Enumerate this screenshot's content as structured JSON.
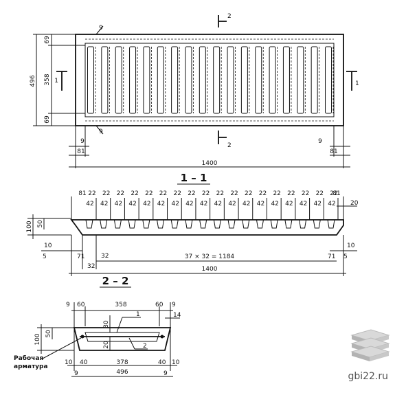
{
  "plan": {
    "dims": {
      "overall_length": "1400",
      "overall_width": "496",
      "edge_top": "69",
      "middle": "358",
      "edge_bottom": "69",
      "end_left": "81",
      "end_right": "81",
      "gap_left": "9",
      "gap_right": "9",
      "top_notch": "9",
      "bottom_notch": "9"
    },
    "section_marks": {
      "left": "1",
      "right": "1",
      "top": "2",
      "bottom": "2"
    },
    "slot_count": 18
  },
  "section_1": {
    "title": "1 – 1",
    "rib_label": "22",
    "slot_label": "42",
    "end_left": "81",
    "end_right": "81",
    "right_top": "20",
    "height_total": "100",
    "height_slot": "50",
    "bottom_left": "10",
    "bottom_right": "10",
    "foot_left_a": "5",
    "foot_left_b": "71",
    "foot_right_a": "71",
    "foot_right_b": "5",
    "left_32a": "32",
    "left_32b": "32",
    "formula": "37 × 32 = 1184",
    "overall": "1400"
  },
  "section_2": {
    "title": "2 – 2",
    "top_left_9": "9",
    "top_60_left": "60",
    "top_358": "358",
    "top_60_right": "60",
    "top_9_right": "9",
    "right_14": "14",
    "mid_30": "30",
    "mid_20": "20",
    "h_100": "100",
    "h_50": "50",
    "callout_1": "1",
    "callout_2": "2",
    "bottom_10_left": "10",
    "bottom_40_left": "40",
    "bottom_378": "378",
    "bottom_40_right": "40",
    "bottom_10_right": "10",
    "overall_496": "496",
    "bottom_9_left": "9",
    "bottom_9_right": "9",
    "note_line1": "Рабочая",
    "note_line2": "арматура"
  },
  "watermark": {
    "site": "gbi22.ru"
  }
}
